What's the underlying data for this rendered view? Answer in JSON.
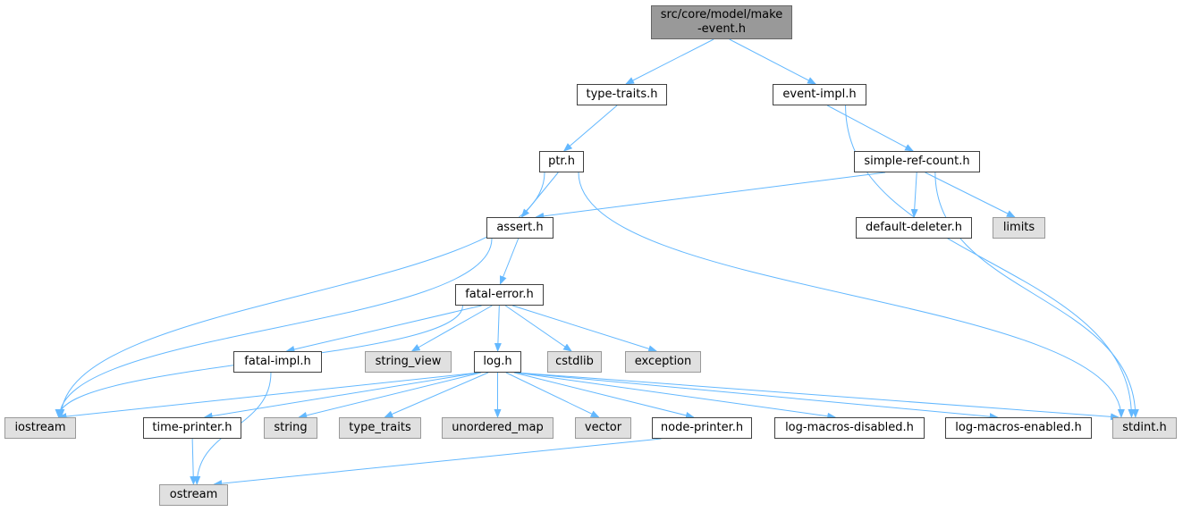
{
  "root": {
    "id": "make_event",
    "label_line1": "src/core/model/make",
    "label_line2": "-event.h"
  },
  "colors": {
    "edge": "#63b8ff",
    "root_fill": "#999999",
    "system_fill": "#e0e0e0",
    "node_border": "#404040"
  },
  "nodes": [
    {
      "id": "type_traits_h",
      "label": "type-traits.h",
      "kind": "local"
    },
    {
      "id": "event_impl",
      "label": "event-impl.h",
      "kind": "local"
    },
    {
      "id": "ptr",
      "label": "ptr.h",
      "kind": "local"
    },
    {
      "id": "simple_ref",
      "label": "simple-ref-count.h",
      "kind": "local"
    },
    {
      "id": "assert",
      "label": "assert.h",
      "kind": "local"
    },
    {
      "id": "default_deleter",
      "label": "default-deleter.h",
      "kind": "local"
    },
    {
      "id": "limits",
      "label": "limits",
      "kind": "system"
    },
    {
      "id": "fatal_error",
      "label": "fatal-error.h",
      "kind": "local"
    },
    {
      "id": "fatal_impl",
      "label": "fatal-impl.h",
      "kind": "local"
    },
    {
      "id": "string_view",
      "label": "string_view",
      "kind": "system"
    },
    {
      "id": "log",
      "label": "log.h",
      "kind": "local"
    },
    {
      "id": "cstdlib",
      "label": "cstdlib",
      "kind": "system"
    },
    {
      "id": "exception",
      "label": "exception",
      "kind": "system"
    },
    {
      "id": "iostream",
      "label": "iostream",
      "kind": "system"
    },
    {
      "id": "time_printer",
      "label": "time-printer.h",
      "kind": "local"
    },
    {
      "id": "string",
      "label": "string",
      "kind": "system"
    },
    {
      "id": "type_traits",
      "label": "type_traits",
      "kind": "system"
    },
    {
      "id": "unordered_map",
      "label": "unordered_map",
      "kind": "system"
    },
    {
      "id": "vector",
      "label": "vector",
      "kind": "system"
    },
    {
      "id": "node_printer",
      "label": "node-printer.h",
      "kind": "local"
    },
    {
      "id": "log_disabled",
      "label": "log-macros-disabled.h",
      "kind": "local"
    },
    {
      "id": "log_enabled",
      "label": "log-macros-enabled.h",
      "kind": "local"
    },
    {
      "id": "stdint",
      "label": "stdint.h",
      "kind": "system"
    },
    {
      "id": "ostream",
      "label": "ostream",
      "kind": "system"
    }
  ],
  "edges": [
    [
      "make_event",
      "type_traits_h"
    ],
    [
      "make_event",
      "event_impl"
    ],
    [
      "type_traits_h",
      "ptr"
    ],
    [
      "event_impl",
      "simple_ref"
    ],
    [
      "event_impl",
      "stdint"
    ],
    [
      "ptr",
      "assert"
    ],
    [
      "ptr",
      "iostream"
    ],
    [
      "ptr",
      "stdint"
    ],
    [
      "simple_ref",
      "assert"
    ],
    [
      "simple_ref",
      "default_deleter"
    ],
    [
      "simple_ref",
      "limits"
    ],
    [
      "simple_ref",
      "stdint"
    ],
    [
      "assert",
      "fatal_error"
    ],
    [
      "assert",
      "iostream"
    ],
    [
      "fatal_error",
      "iostream"
    ],
    [
      "fatal_error",
      "fatal_impl"
    ],
    [
      "fatal_error",
      "string_view"
    ],
    [
      "fatal_error",
      "log"
    ],
    [
      "fatal_error",
      "cstdlib"
    ],
    [
      "fatal_error",
      "exception"
    ],
    [
      "fatal_impl",
      "ostream"
    ],
    [
      "log",
      "iostream"
    ],
    [
      "log",
      "time_printer"
    ],
    [
      "log",
      "string"
    ],
    [
      "log",
      "type_traits"
    ],
    [
      "log",
      "unordered_map"
    ],
    [
      "log",
      "vector"
    ],
    [
      "log",
      "node_printer"
    ],
    [
      "log",
      "log_disabled"
    ],
    [
      "log",
      "log_enabled"
    ],
    [
      "log",
      "stdint"
    ],
    [
      "time_printer",
      "ostream"
    ],
    [
      "node_printer",
      "ostream"
    ]
  ]
}
